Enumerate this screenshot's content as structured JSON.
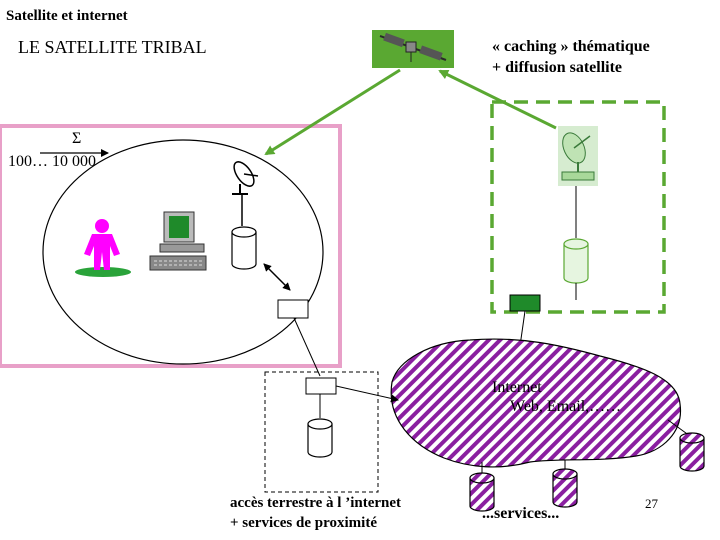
{
  "header": {
    "small_title": "Satellite et internet",
    "main_title": "LE SATELLITE TRIBAL"
  },
  "caching": {
    "line1": "« caching » thématique",
    "line2": "+  diffusion satellite"
  },
  "tribe": {
    "sigma": "Σ",
    "range": "100… 10 000"
  },
  "internet_cloud": {
    "line1": "Internet",
    "line2": "Web, Email,……"
  },
  "terrestrial": {
    "line1": "accès terrestre à l ’internet",
    "line2": "+ services de proximité"
  },
  "services_label": "...services...",
  "page_number": "27",
  "colors": {
    "green": "#5aa832",
    "pink_frame": "#e8a0c8",
    "magenta_user": "#ff00ff",
    "purple_hatch": "#8a1fa0",
    "dark_green": "#1f8a2a"
  },
  "icons": [
    "satellite-icon",
    "dish-antenna-icon",
    "cache-cylinder-icon",
    "router-box-icon",
    "computer-icon",
    "user-figure-icon",
    "server-cylinder-icon"
  ]
}
